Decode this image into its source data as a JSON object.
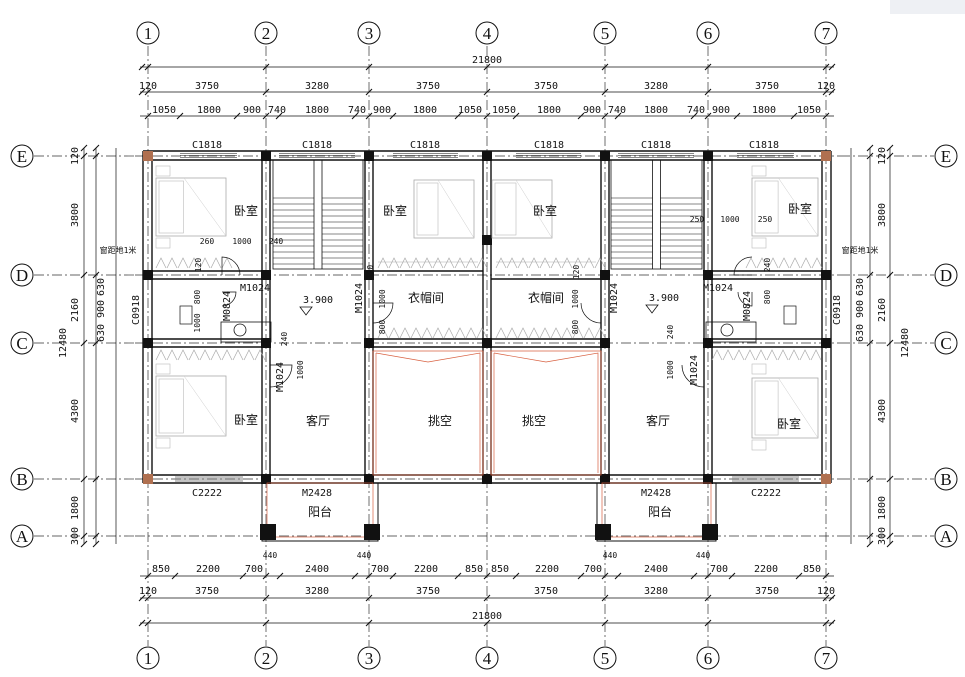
{
  "axes_x": [
    "1",
    "2",
    "3",
    "4",
    "5",
    "6",
    "7"
  ],
  "axes_y": [
    "E",
    "D",
    "C",
    "B",
    "A"
  ],
  "total_width": "21800",
  "total_depth": "12480",
  "top_bays": [
    "120",
    "3750",
    "3280",
    "3750",
    "3750",
    "3280",
    "3750",
    "120"
  ],
  "top_details": [
    "1050",
    "1800",
    "900",
    "740",
    "1800",
    "740",
    "900",
    "1800",
    "1050",
    "1050",
    "1800",
    "900",
    "740",
    "1800",
    "740",
    "900",
    "1800",
    "1050"
  ],
  "bottom_details": [
    "850",
    "2200",
    "700",
    "2400",
    "700",
    "2200",
    "850",
    "850",
    "2200",
    "700",
    "2400",
    "700",
    "2200",
    "850"
  ],
  "bottom_bays": [
    "120",
    "3750",
    "3280",
    "3750",
    "3750",
    "3280",
    "3750",
    "120"
  ],
  "left_dims": [
    "120",
    "3800",
    "2160",
    "4300",
    "1800",
    "300"
  ],
  "left_inner": [
    "630",
    "900",
    "630"
  ],
  "right_dims": [
    "120",
    "3800",
    "2160",
    "4300",
    "1800",
    "300"
  ],
  "right_inner": [
    "630",
    "900",
    "630"
  ],
  "rooms": {
    "bedroom": "卧室",
    "stair": "",
    "closet": "衣帽间",
    "living": "客厅",
    "void": "挑空",
    "balcony": "阳台"
  },
  "windows": {
    "c1818": "C1818",
    "c2222": "C2222",
    "c0918": "C0918"
  },
  "doors": {
    "m1024": "M1024",
    "m0824": "M0824",
    "m2428": "M2428"
  },
  "elevation": "3.900",
  "sill_note": "窗距地1米",
  "small_dims": {
    "d260": "260",
    "d1000": "1000",
    "d240": "240",
    "d250": "250",
    "d120": "120",
    "d800": "800",
    "d440": "440"
  }
}
